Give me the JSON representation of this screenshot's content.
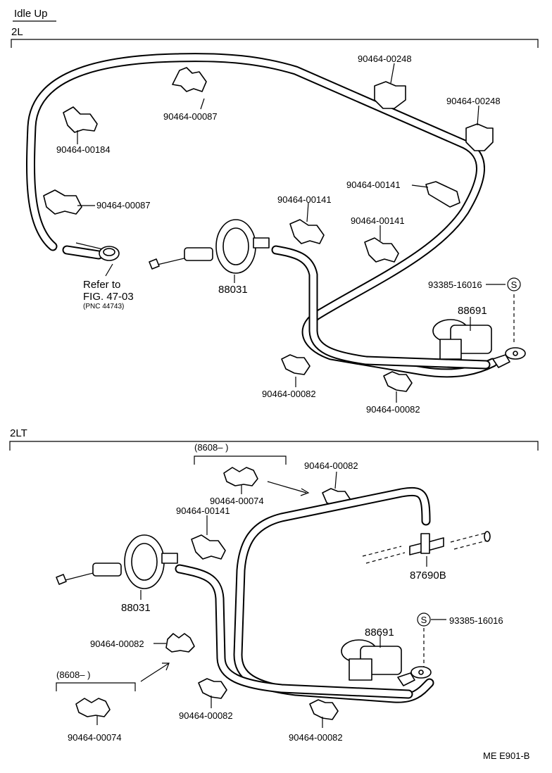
{
  "title": "Idle Up",
  "sections": {
    "top": {
      "label": "2L"
    },
    "bottom": {
      "label": "2LT"
    }
  },
  "top_labels": {
    "p248a": "90464-00248",
    "p248b": "90464-00248",
    "p087a": "90464-00087",
    "p184": "90464-00184",
    "p087b": "90464-00087",
    "p141a": "90464-00141",
    "p141b": "90464-00141",
    "p141c": "90464-00141",
    "refer1": "Refer to",
    "refer2": "FIG. 47-03",
    "refer3": "(PNC 44743)",
    "booster": "88031",
    "s_part": "93385-16016",
    "s_symbol": "S",
    "valve": "88691",
    "p082a": "90464-00082",
    "p082b": "90464-00082"
  },
  "bottom_labels": {
    "date1": "(8608–       )",
    "p074a": "90464-00074",
    "p082c": "90464-00082",
    "p141d": "90464-00141",
    "booster": "88031",
    "tee": "87690B",
    "s_symbol": "S",
    "s_part": "93385-16016",
    "valve": "88691",
    "p082d": "90464-00082",
    "date2": "(8608–       )",
    "p074b": "90464-00074",
    "p082e": "90464-00082",
    "p082f": "90464-00082"
  },
  "footer": "ME E901-B"
}
